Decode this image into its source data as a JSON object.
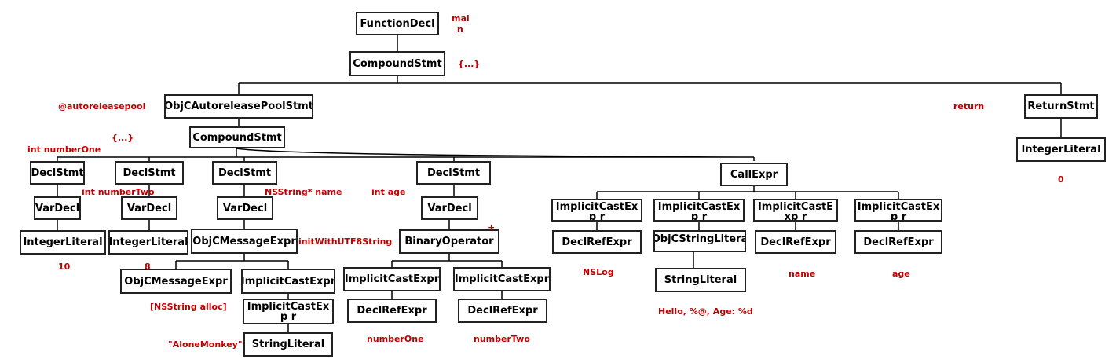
{
  "nodes": {
    "function_decl": "FunctionDecl",
    "compound_stmt_root": "CompoundStmt",
    "autorelease_pool_stmt": "ObjCAutoreleasePoolStmt",
    "return_stmt": "ReturnStmt",
    "return_integer_literal": "IntegerLiteral",
    "compound_stmt_pool": "CompoundStmt",
    "decl_stmt_1": "DeclStmt",
    "decl_stmt_2": "DeclStmt",
    "decl_stmt_3": "DeclStmt",
    "decl_stmt_4": "DeclStmt",
    "call_expr": "CallExpr",
    "var_decl_1": "VarDecl",
    "var_decl_2": "VarDecl",
    "var_decl_3": "VarDecl",
    "var_decl_4": "VarDecl",
    "integer_literal_1": "IntegerLiteral",
    "integer_literal_2": "IntegerLiteral",
    "objc_message_expr_outer": "ObjCMessageExpr",
    "objc_message_expr_inner": "ObjCMessageExpr",
    "implicit_cast_expr_msg": "ImplicitCastExpr",
    "implicit_cast_exp_msg_inner": "ImplicitCastExp r",
    "string_literal_msg": "StringLiteral",
    "binary_operator": "BinaryOperator",
    "implicit_cast_expr_bin_left": "ImplicitCastExpr",
    "implicit_cast_expr_bin_right": "ImplicitCastExpr",
    "decl_ref_expr_bin_left": "DeclRefExpr",
    "decl_ref_expr_bin_right": "DeclRefExpr",
    "implicit_cast_exp_call_1": "ImplicitCastExp r",
    "implicit_cast_exp_call_2": "ImplicitCastExp r",
    "implicit_cast_exp_call_3": "ImplicitCastExp r",
    "implicit_cast_exp_call_4": "ImplicitCastExp r",
    "decl_ref_expr_call_1": "DeclRefExpr",
    "objc_string_literal": "ObjCStringLitera",
    "decl_ref_expr_call_3": "DeclRefExpr",
    "decl_ref_expr_call_4": "DeclRefExpr",
    "string_literal_call": "StringLiteral"
  },
  "annotations": {
    "main_1": "mai",
    "main_2": "n",
    "braces_root": "{...}",
    "autoreleasepool": "@autoreleasepool",
    "braces_pool": "{...}",
    "return": "return",
    "return_value": "0",
    "int_number_one": "int numberOne",
    "int_number_two": "int numberTwo",
    "nsstring_name": "NSString* name",
    "int_age": "int age",
    "plus": "+",
    "init_with_utf8": "initWithUTF8String",
    "value_10": "10",
    "value_8": "8",
    "nsstring_alloc": "[NSString alloc]",
    "alone_monkey": "\"AloneMonkey\"",
    "number_one": "numberOne",
    "number_two": "numberTwo",
    "nslog": "NSLog",
    "hello_format": "Hello, %@, Age: %d",
    "name": "name",
    "age": "age"
  },
  "colors": {
    "annotation": "#c00000",
    "node_border": "#222222",
    "edge": "#000000"
  }
}
